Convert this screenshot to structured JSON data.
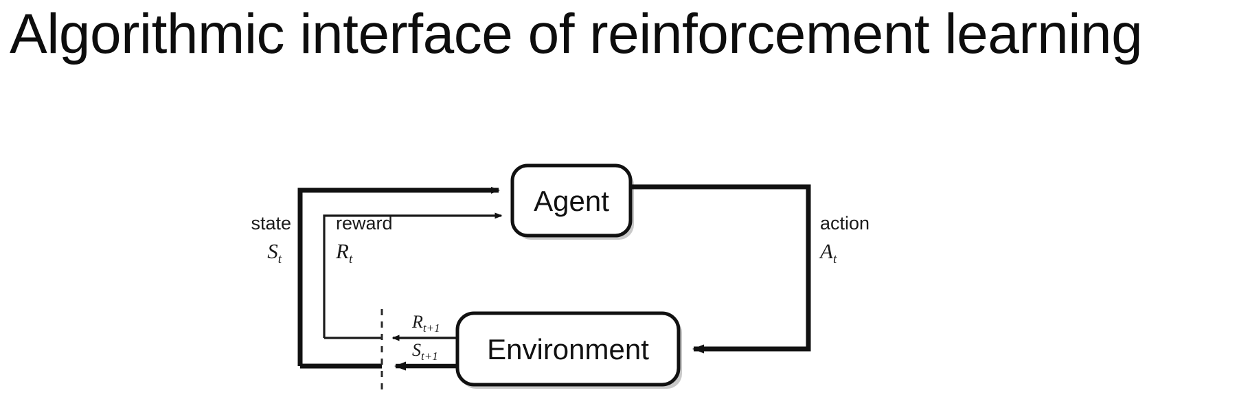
{
  "slide": {
    "title": "Algorithmic interface of reinforcement learning",
    "background_color": "#ffffff",
    "text_color": "#0d0d0d"
  },
  "diagram": {
    "name": "agent-environment-interaction-loop",
    "stroke_color": "#111111",
    "box_fill": "#ffffff",
    "shadow_color": "#9a9a9a",
    "nodes": [
      {
        "id": "agent",
        "label": "Agent"
      },
      {
        "id": "environment",
        "label": "Environment"
      }
    ],
    "edge_labels": {
      "state_word": "state",
      "state_symbol": "S",
      "state_subscript": "t",
      "reward_word": "reward",
      "reward_symbol": "R",
      "reward_subscript": "t",
      "action_word": "action",
      "action_symbol": "A",
      "action_subscript": "t",
      "next_reward_symbol": "R",
      "next_reward_subscript": "t+1",
      "next_state_symbol": "S",
      "next_state_subscript": "t+1"
    },
    "divider": {
      "style": "dashed",
      "orientation": "vertical"
    }
  }
}
